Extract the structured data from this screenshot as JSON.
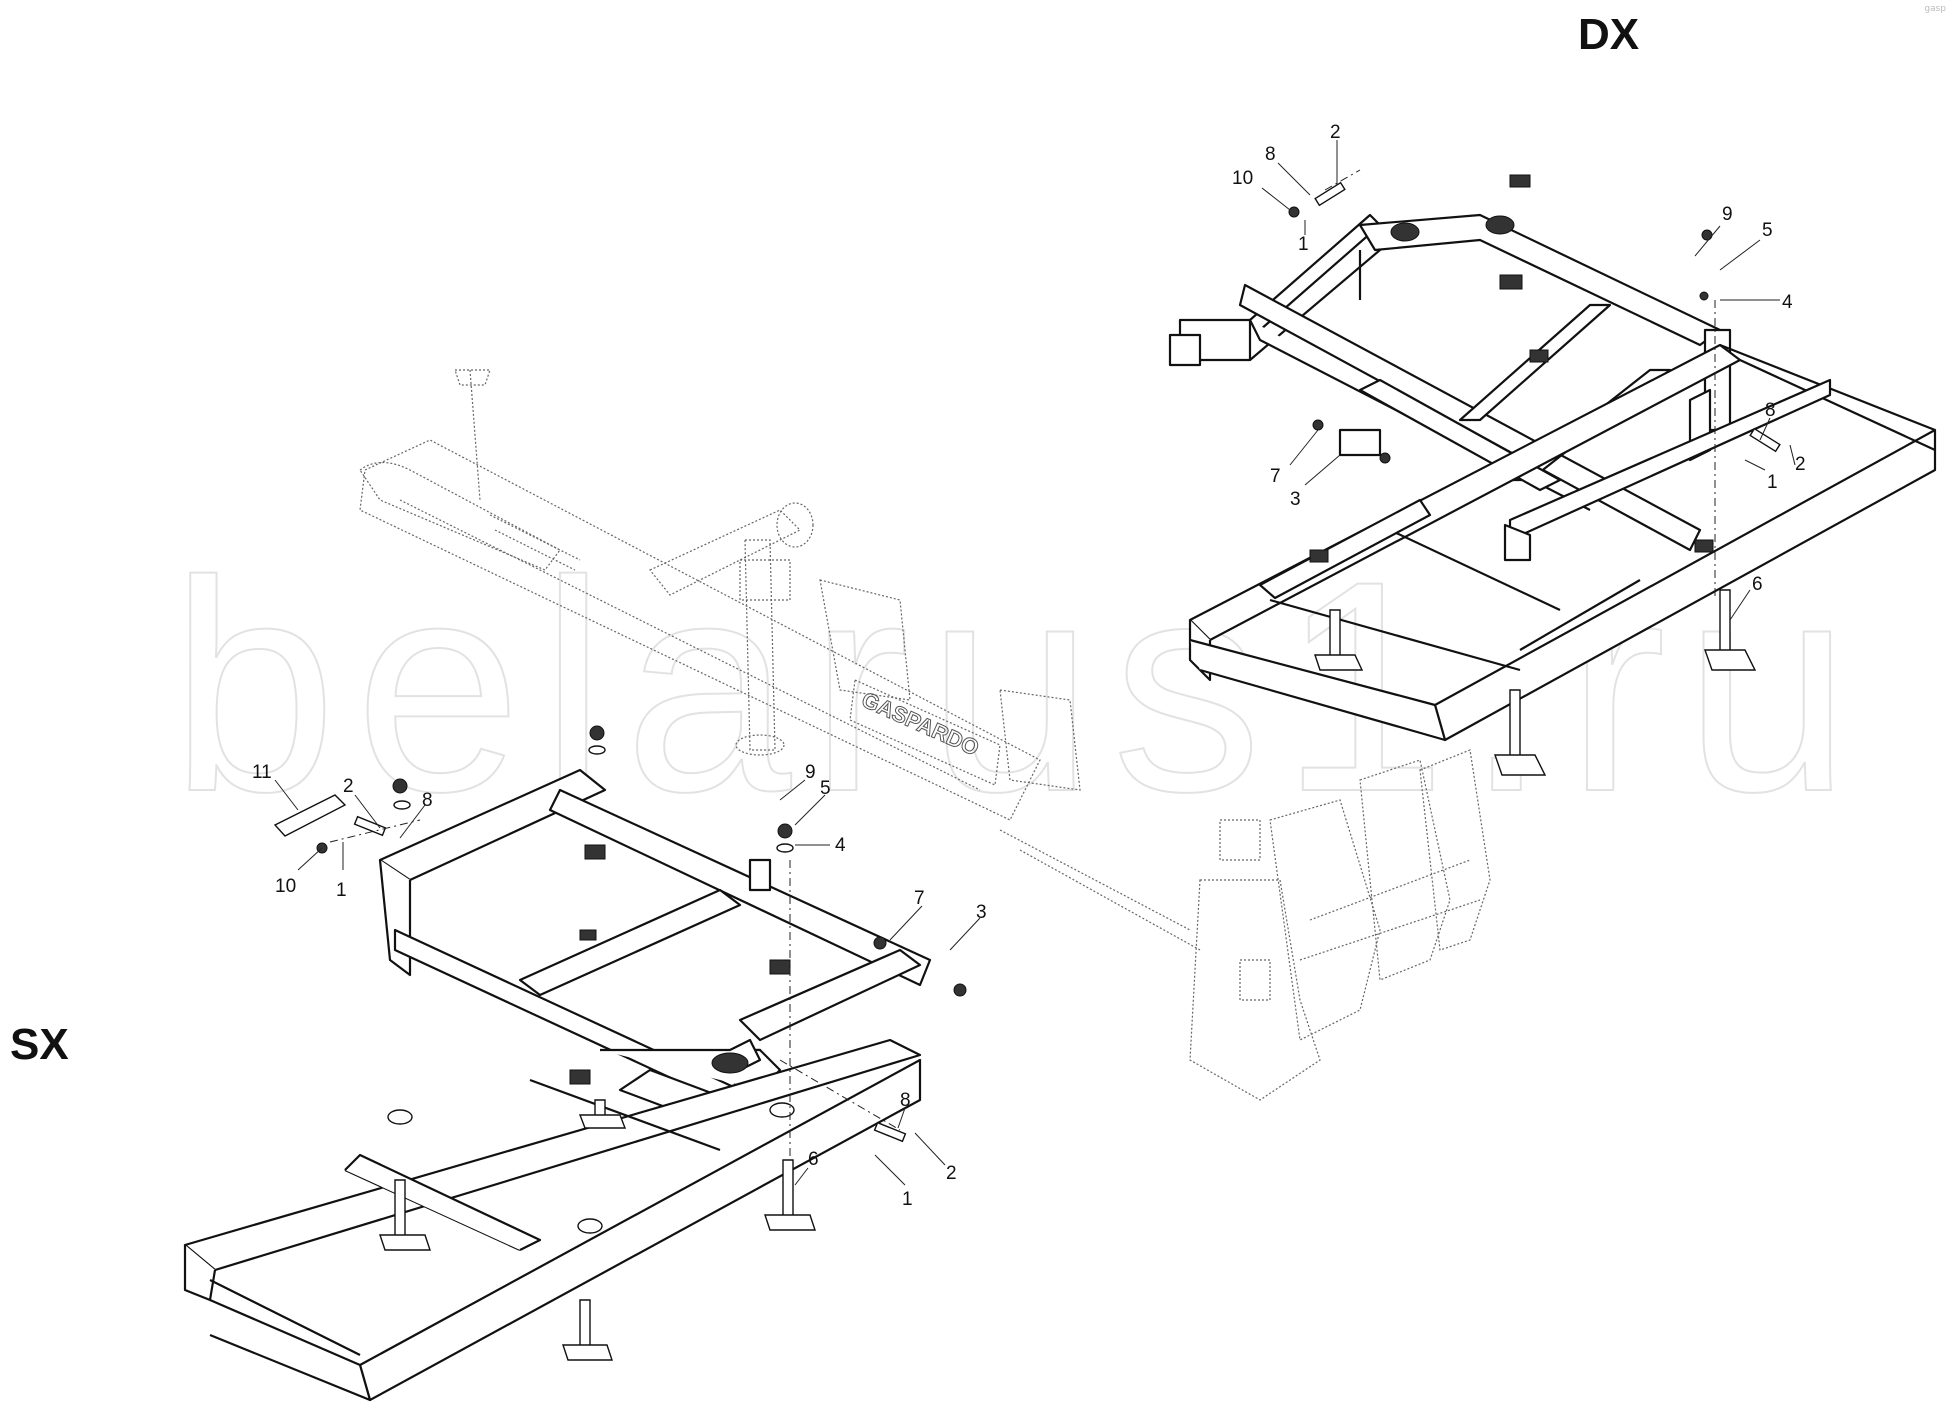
{
  "labels": {
    "right_side": "DX",
    "left_side": "SX",
    "brand_mark": "gasp",
    "hitch_logo": "GASPARDO",
    "watermark": "belarus1.ru"
  },
  "callouts_dx": [
    "2",
    "8",
    "10",
    "1",
    "9",
    "5",
    "4",
    "8",
    "2",
    "1",
    "7",
    "3",
    "6"
  ],
  "callouts_sx": [
    "11",
    "2",
    "8",
    "10",
    "1",
    "9",
    "5",
    "4",
    "7",
    "3",
    "8",
    "2",
    "1",
    "6"
  ]
}
